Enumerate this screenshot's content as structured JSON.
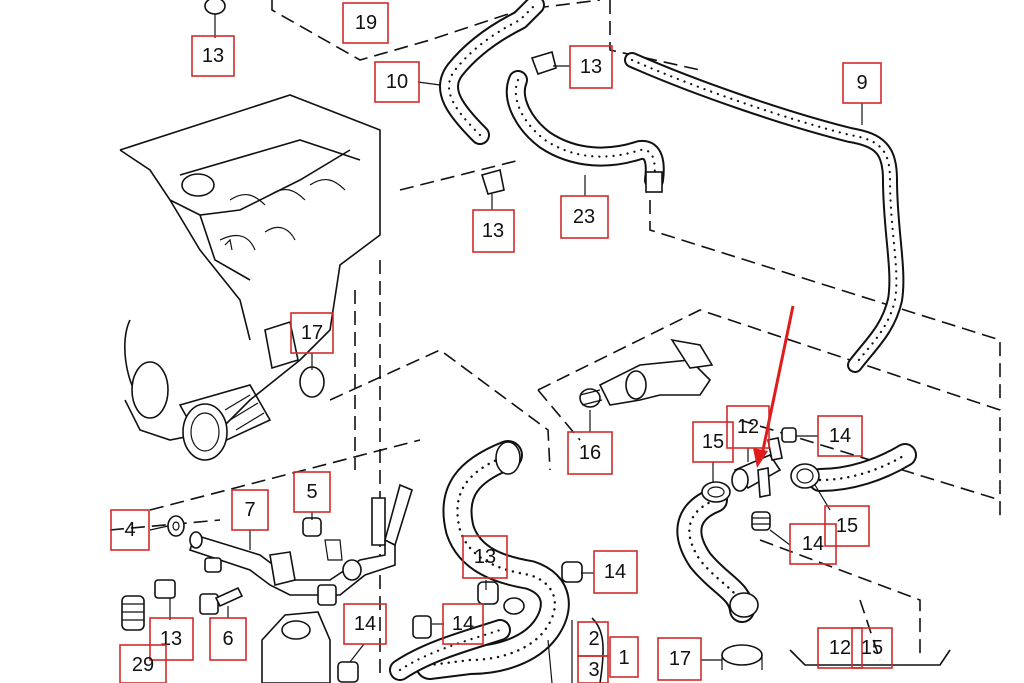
{
  "labels": {
    "l19": "19",
    "l13a": "13",
    "l10": "10",
    "l13b": "13",
    "l9": "9",
    "l23": "23",
    "l13c": "13",
    "l17a": "17",
    "l16": "16",
    "l12a": "12",
    "l15a": "15",
    "l14a": "14",
    "l5": "5",
    "l7": "7",
    "l4": "4",
    "l13d": "13",
    "l14b": "14",
    "l15b": "15",
    "l14c": "14",
    "l13e": "13",
    "l6": "6",
    "l29": "29",
    "l14d": "14",
    "l14e": "14",
    "l2": "2",
    "l1": "1",
    "l3": "3",
    "l17b": "17",
    "l12b": "12",
    "l15c": "15"
  },
  "colors": {
    "label_border": "#d12b2b",
    "pointer_arrow": "#e01b1b",
    "line_art": "#111111"
  }
}
